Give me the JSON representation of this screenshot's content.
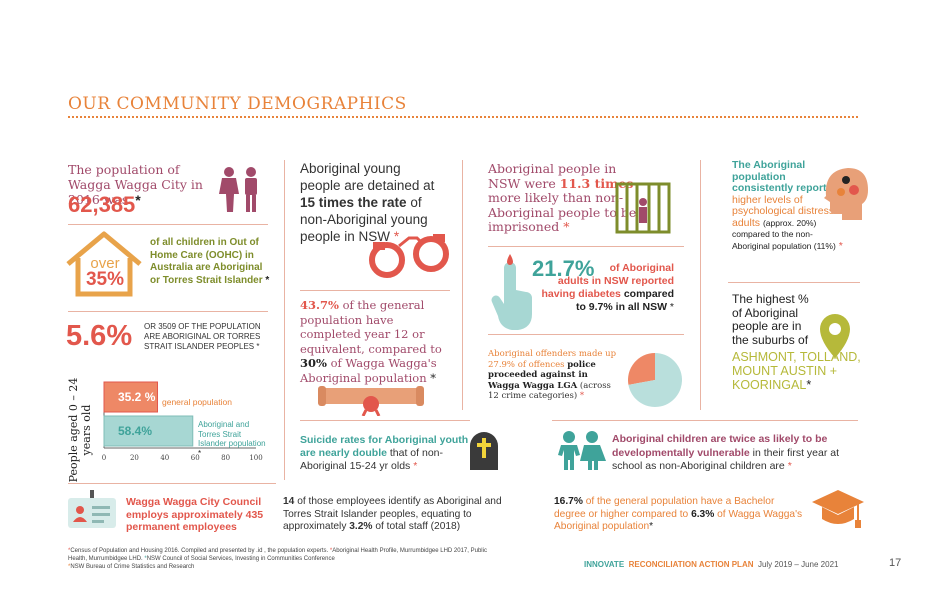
{
  "title": "OUR COMMUNITY DEMOGRAPHICS",
  "population": {
    "text": "The population of Wagga Wagga City in 2016 was",
    "value": "62,385",
    "mark": "*"
  },
  "ohc": {
    "over": "over",
    "pct": "35%",
    "text": "of all children in Out of Home Care (OOHC) in Australia are Aboriginal or Torres Strait Islander",
    "mark": "*"
  },
  "indigenous": {
    "pct": "5.6%",
    "text": "OR 3509 OF THE POPULATION ARE ABORIGINAL OR TORRES STRAIT ISLANDER PEOPLES",
    "mark": "*"
  },
  "age_chart": {
    "ylabel": "People aged 0 – 24 years old",
    "mark": "*",
    "chart_data": {
      "type": "bar",
      "orientation": "horizontal",
      "categories": [
        "general population",
        "Aboriginal and Torres Strait Islander population"
      ],
      "values": [
        35.2,
        58.4
      ],
      "labels": [
        "35.2 %",
        "58.4%"
      ],
      "xlim": [
        0,
        100
      ],
      "ticks": [
        "0",
        "20",
        "40",
        "60",
        "80",
        "100"
      ],
      "ylabel": "People aged 0 – 24 years old"
    },
    "colors": {
      "general": "#ee8866",
      "aboriginal": "#a7d7d3"
    }
  },
  "detained": {
    "p1": "Aboriginal young people are detained at",
    "bold": "15 times the rate",
    "p2": "of non-Aboriginal young people in NSW",
    "mark": "*"
  },
  "year12": {
    "pct1": "43.7%",
    "t1": "of the general population have completed year 12 or equivalent, compared to",
    "pct2": "30%",
    "t2": "of Wagga Wagga's Aboriginal population",
    "mark": "*"
  },
  "imprisoned": {
    "t1": "Aboriginal people in NSW were",
    "bold": "11.3 times",
    "t2": "more likely than non-Aboriginal people to be imprisoned",
    "mark": "*"
  },
  "diabetes": {
    "pct": "21.7%",
    "t1": "of Aboriginal adults in NSW reported having",
    "word": "diabetes",
    "t2": "compared to 9.7% in all NSW",
    "mark": "*"
  },
  "offenders": {
    "t1": "Aboriginal offenders made up 27.9% of offences",
    "t2": "police proceeded against in Wagga Wagga LGA",
    "t3": "(across 12 crime categories)",
    "mark": "*",
    "chart_data": {
      "type": "pie",
      "categories": [
        "Aboriginal offenders",
        "Other"
      ],
      "values": [
        27.9,
        72.1
      ]
    },
    "colors": {
      "aboriginal": "#ee8866",
      "other": "#b9dfdc"
    }
  },
  "psych": {
    "t1": "The Aboriginal population consistently reported",
    "t2": "higher levels of psychological distress in adults",
    "t3": "(approx. 20%) compared to the non-Aboriginal population (11%)",
    "mark": "*"
  },
  "suburbs": {
    "t1": "The highest % of Aboriginal people are in the suburbs of",
    "names": "ASHMONT, TOLLAND, MOUNT AUSTIN + KOORINGAL",
    "mark": "*"
  },
  "suicide": {
    "bold": "Suicide rates for Aboriginal youth are nearly double",
    "t2": "that of non-Aboriginal 15-24 yr olds",
    "mark": "*"
  },
  "children": {
    "bold": "Aboriginal children are twice as likely to be developmentally vulnerable",
    "t2": "in their first year at school as non-Aboriginal children are",
    "mark": "*"
  },
  "council": {
    "bold": "Wagga Wagga City Council employs approximately 435 permanent employees",
    "n": "14",
    "t1": "of those employees identify as Aboriginal and Torres Strait Islander peoples, equating to approximately",
    "pct": "3.2%",
    "t2": "of total staff (2018)"
  },
  "bachelor": {
    "pct1": "16.7%",
    "t1": "of the general population have a Bachelor degree or higher compared to",
    "pct2": "6.3%",
    "t2": "of Wagga Wagga's Aboriginal population",
    "mark": "*"
  },
  "footnotes": {
    "f1": "Census of Population and Housing 2016. Compiled and presented by .id , the population experts.",
    "f2": "Aboriginal Health Profile, Murrumbidgee LHD 2017, Public Health, Murrumbidgee LHD.",
    "f3": "NSW Council of Social Services, Investing in Communities Conference",
    "f4": "NSW Bureau of Crime Statistics and Research"
  },
  "footer": {
    "innovate": "INNOVATE",
    "rap": "RECONCILIATION ACTION PLAN",
    "dates": "July 2019 – June 2021",
    "page": "17"
  },
  "colors": {
    "accent": "#e8833a",
    "red": "#e2574c",
    "mauve": "#a14a6a",
    "teal": "#3fa39a",
    "green": "#7e8d2b"
  }
}
